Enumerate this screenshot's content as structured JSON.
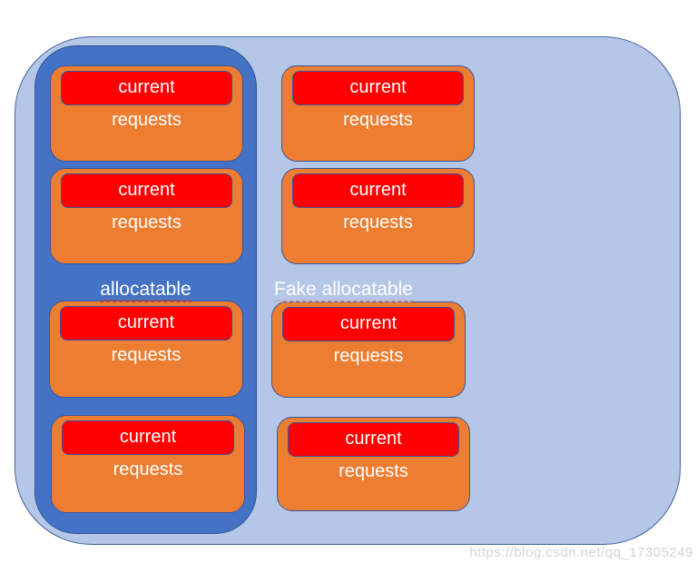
{
  "diagram": {
    "columns": {
      "allocatable": {
        "label": "allocatable",
        "pods": [
          {
            "top_label": "current",
            "bottom_label": "requests"
          },
          {
            "top_label": "current",
            "bottom_label": "requests"
          },
          {
            "top_label": "current",
            "bottom_label": "requests"
          },
          {
            "top_label": "current",
            "bottom_label": "requests"
          }
        ]
      },
      "fake": {
        "label": "Fake allocatable",
        "pods": [
          {
            "top_label": "current",
            "bottom_label": "requests"
          },
          {
            "top_label": "current",
            "bottom_label": "requests"
          },
          {
            "top_label": "current",
            "bottom_label": "requests"
          },
          {
            "top_label": "current",
            "bottom_label": "requests"
          }
        ]
      }
    },
    "colors": {
      "outer_fill": "#b4c7e7",
      "inner_fill": "#4472c4",
      "pod_fill": "#ed7d31",
      "pod_top_fill": "#ff0000",
      "outline": "#3a56a0",
      "text": "#ffffff"
    }
  },
  "watermark": "https://blog.csdn.net/qq_17305249"
}
